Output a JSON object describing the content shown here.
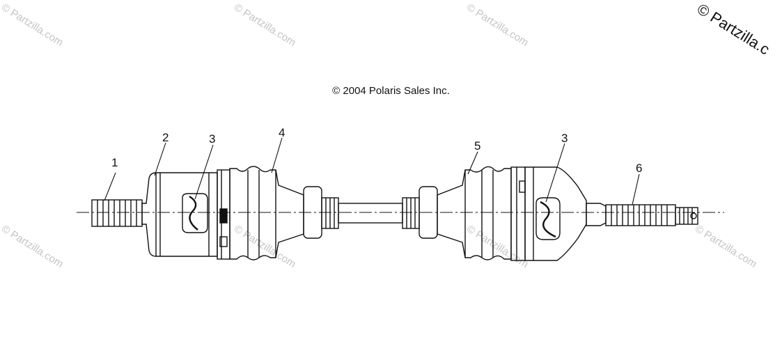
{
  "copyright": "© 2004 Polaris Sales Inc.",
  "watermark": "© Partzilla.com",
  "watermark_corner": "© Partzilla.c",
  "callouts": [
    "1",
    "2",
    "3",
    "4",
    "5",
    "3",
    "6"
  ]
}
